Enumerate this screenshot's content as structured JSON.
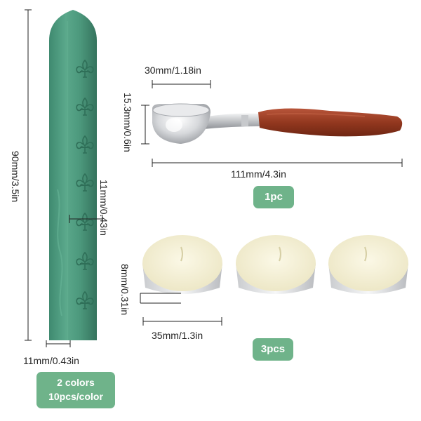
{
  "wax_stick": {
    "length_label": "90mm/3.5in",
    "width_label": "11mm/0.43in",
    "side_label": "11mm/0.43in",
    "color": "#4f9a7f",
    "motif": "fleur-de-lis-icon"
  },
  "spoon": {
    "bowl_width_label": "30mm/1.18in",
    "bowl_height_label": "15.3mm/0.6in",
    "length_label": "111mm/4.3in",
    "handle_color": "#9a3a22",
    "quantity_badge": "1pc"
  },
  "candles": {
    "height_label": "8mm/0.31in",
    "diameter_label": "35mm/1.3in",
    "quantity_badge": "3pcs"
  },
  "colors_badge": {
    "line1": "2 colors",
    "line2": "10pcs/color"
  },
  "accent_color": "#6fb38a"
}
